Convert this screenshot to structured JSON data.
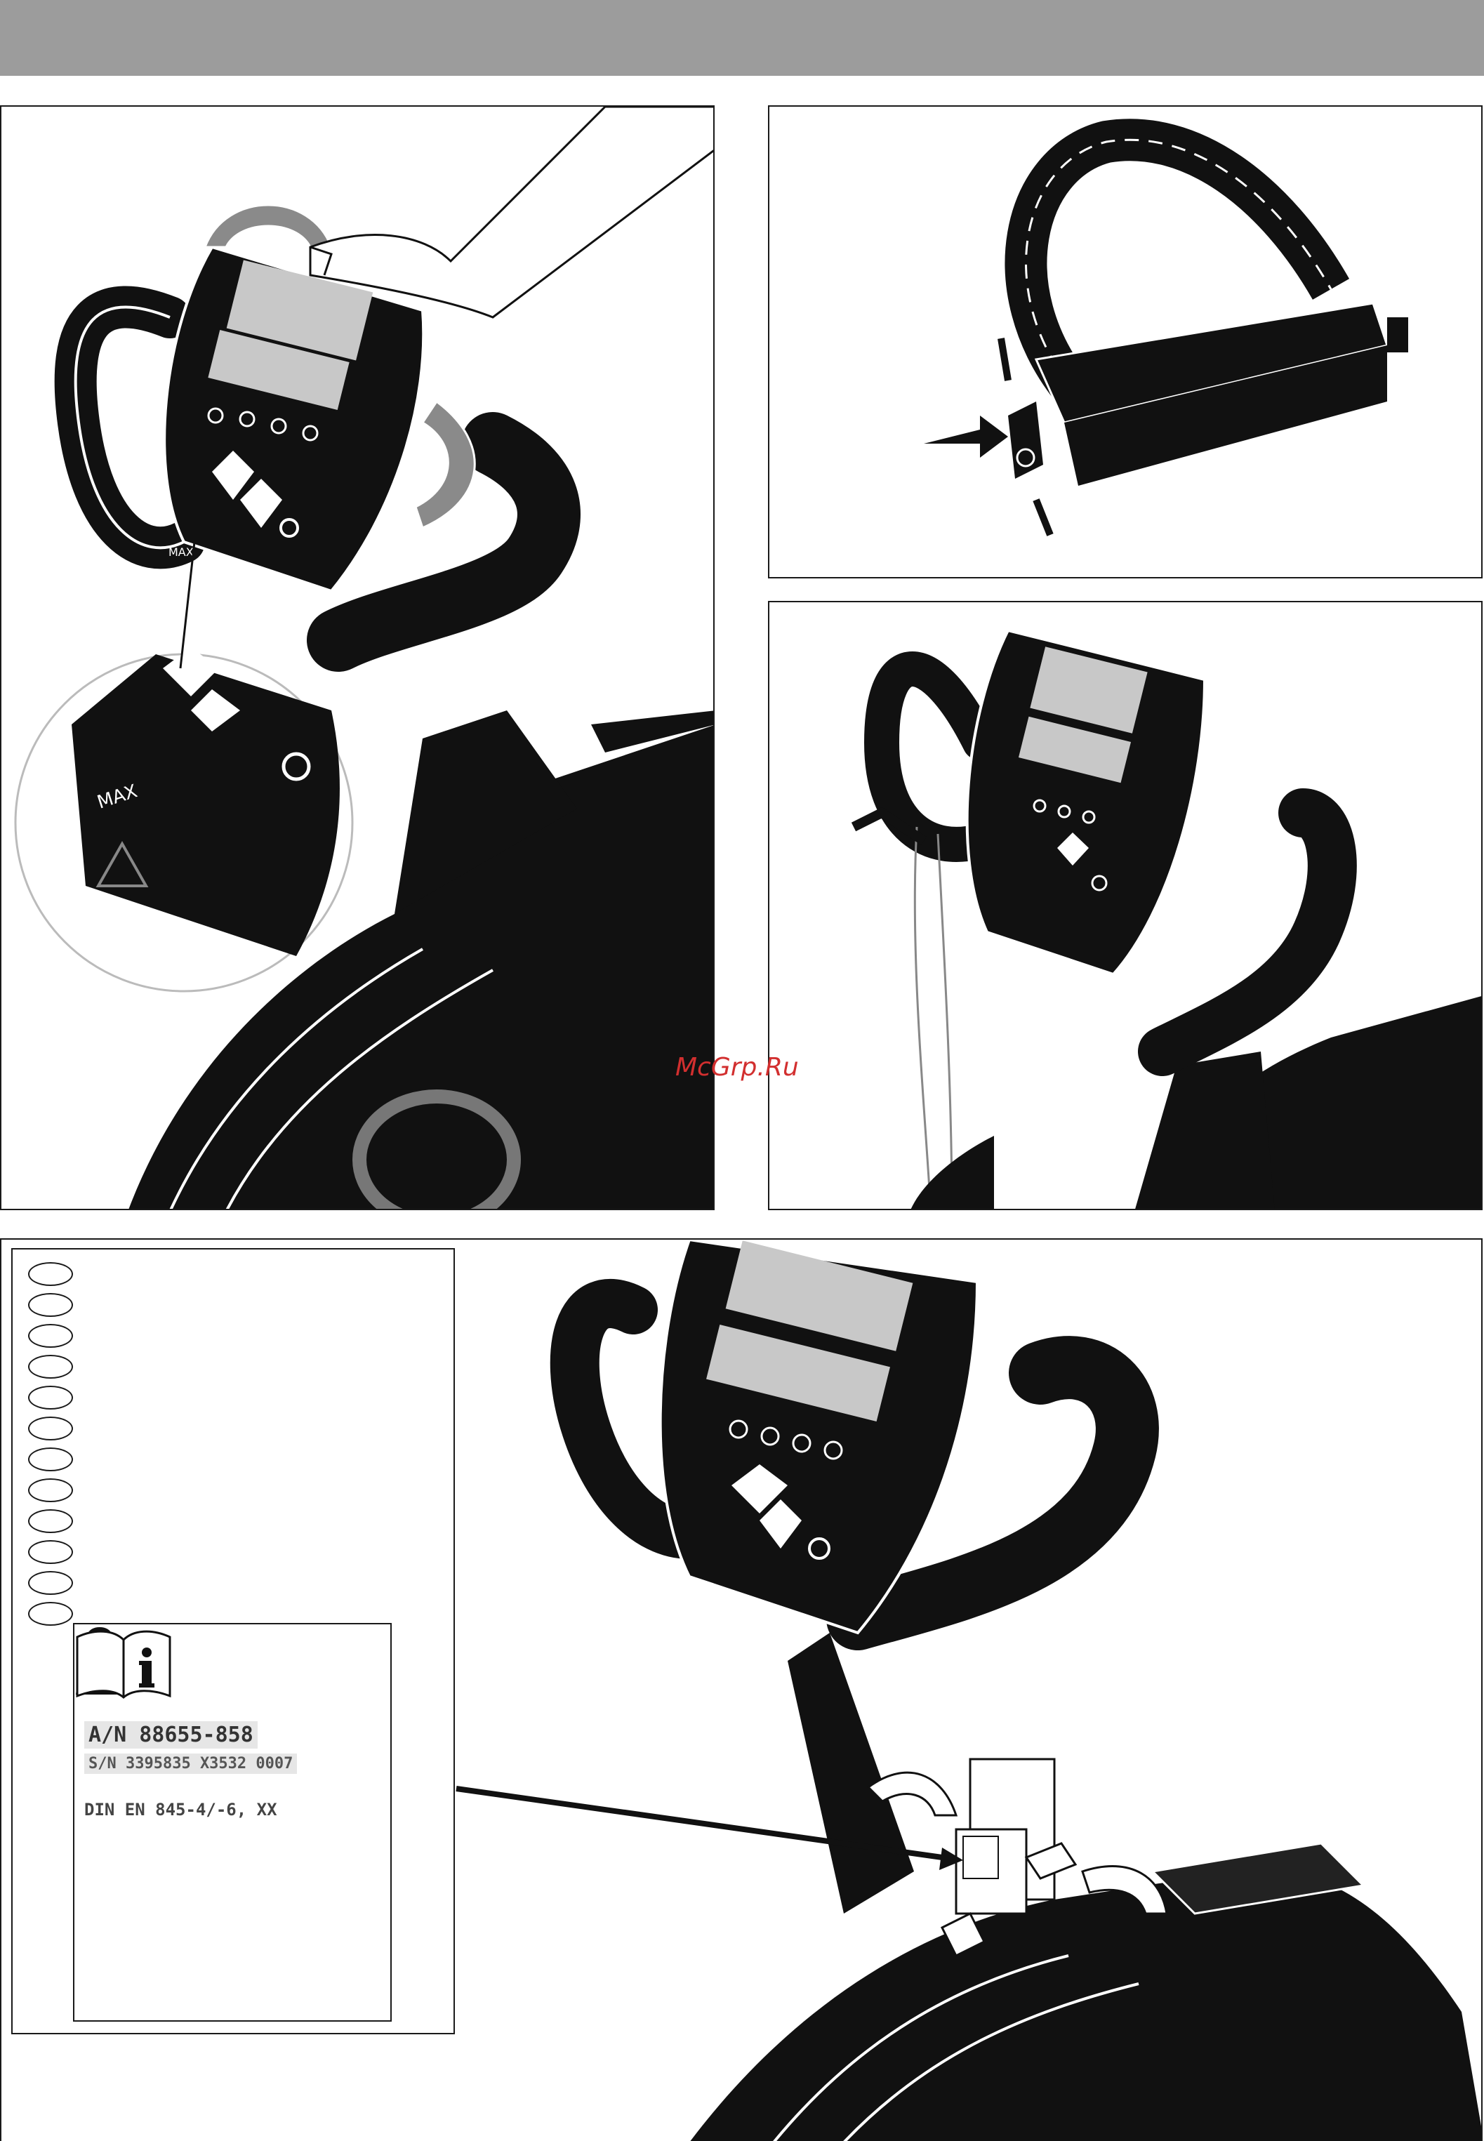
{
  "watermark": "McGrp.Ru",
  "label_card": {
    "article_number": "A/N 88655-858",
    "serial_number": "S/N 3395835 X3532 0007",
    "standard": "DIN EN 845-4/-6, XX"
  },
  "legend_oval_count": 12,
  "icons": {
    "max_weight": "person-weight-icon",
    "manual": "manual-info-icon",
    "warning": "warning-triangle-icon"
  },
  "console_marking": "MAX",
  "colors": {
    "header_bar": "#9c9c9c",
    "line": "#1a1a1a",
    "machine": "#111111",
    "display": "#c8c8c8",
    "arrow": "#8a8a8a",
    "watermark": "#d22f2f"
  }
}
